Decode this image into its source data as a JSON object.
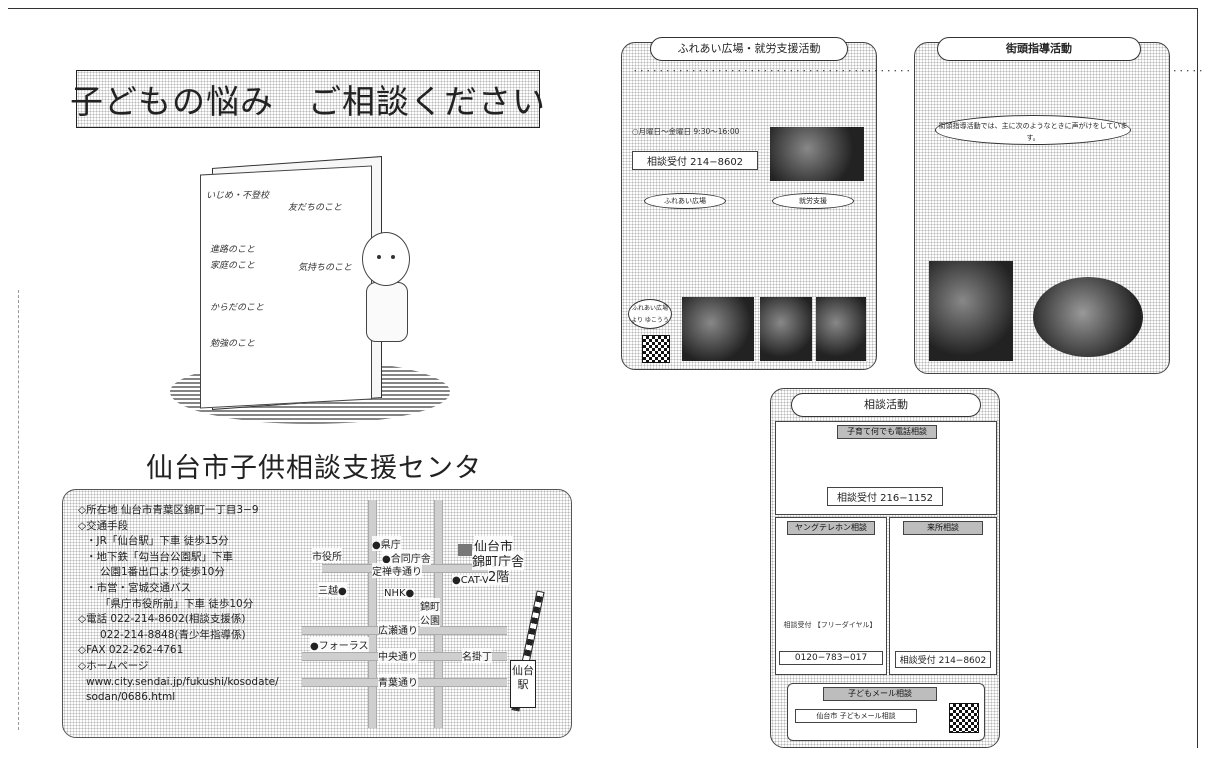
{
  "poster": {
    "title": "子どもの悩み　ご相談ください",
    "center_name": "仙台市子供相談支援センター"
  },
  "illustration": {
    "notes": [
      "いじめ・不登校",
      "友だちのこと",
      "進路のこと",
      "家庭のこと",
      "気持ちのこと",
      "からだのこと",
      "勉強のこと"
    ]
  },
  "info": {
    "lines": [
      {
        "text": "◇所在地 仙台市青葉区錦町一丁目3−9",
        "indent": 0
      },
      {
        "text": "◇交通手段",
        "indent": 0
      },
      {
        "text": "・JR「仙台駅」下車 徒歩15分",
        "indent": 1
      },
      {
        "text": "・地下鉄「勾当台公園駅」下車",
        "indent": 1
      },
      {
        "text": "公園1番出口より徒歩10分",
        "indent": 2
      },
      {
        "text": "・市営・宮城交通バス",
        "indent": 1
      },
      {
        "text": "「県庁市役所前」下車 徒歩10分",
        "indent": 2
      },
      {
        "text": "◇電話 022-214-8602(相談支援係)",
        "indent": 0
      },
      {
        "text": "022-214-8848(青少年指導係)",
        "indent": 2
      },
      {
        "text": "◇FAX 022-262-4761",
        "indent": 0
      },
      {
        "text": "◇ホームページ",
        "indent": 0
      },
      {
        "text": "www.city.sendai.jp/fukushi/kosodate/",
        "indent": 1
      },
      {
        "text": "sodan/0686.html",
        "indent": 1
      }
    ]
  },
  "map": {
    "shiyakusho": "市役所",
    "kencho": "●県庁",
    "godo": "●合同庁舎",
    "jozenji": "定禅寺通り",
    "nhk": "NHK●",
    "catv": "●CAT-V",
    "nishikicho": "錦町",
    "koen": "公園",
    "mitsukoshi": "三越●",
    "forus": "●フォーラス",
    "hirose": "広瀬通り",
    "chuo": "中央通り",
    "aoba": "青葉通り",
    "meikake": "名掛丁",
    "dest1": "仙台市",
    "dest2": "錦町庁舎",
    "dest3": "2階",
    "station": "仙台駅"
  },
  "flyer1": {
    "title": "ふれあい広場・就労支援活動",
    "hours": "○月曜日〜金曜日 9:30〜16:00",
    "phone": "相談受付 214−8602",
    "sub1": "ふれあい広場",
    "sub2": "就労支援",
    "bubble": "ふれあい広場より ゆこうう"
  },
  "flyer2": {
    "title": "街頭指導活動",
    "oval": "街頭指導活動では、主に次のようなときに声がけをしています。"
  },
  "flyer3": {
    "title": "相談活動",
    "tag1": "子育て何でも電話相談",
    "phone1": "相談受付 216−1152",
    "tag2": "ヤングテレホン相談",
    "tag3": "来所相談",
    "free_label": "相談受付 【フリーダイヤル】",
    "free_number": "0120−783−017",
    "phone2": "相談受付 214−8602",
    "tag4": "子どもメール相談",
    "search": "仙台市 子どもメール相談"
  }
}
